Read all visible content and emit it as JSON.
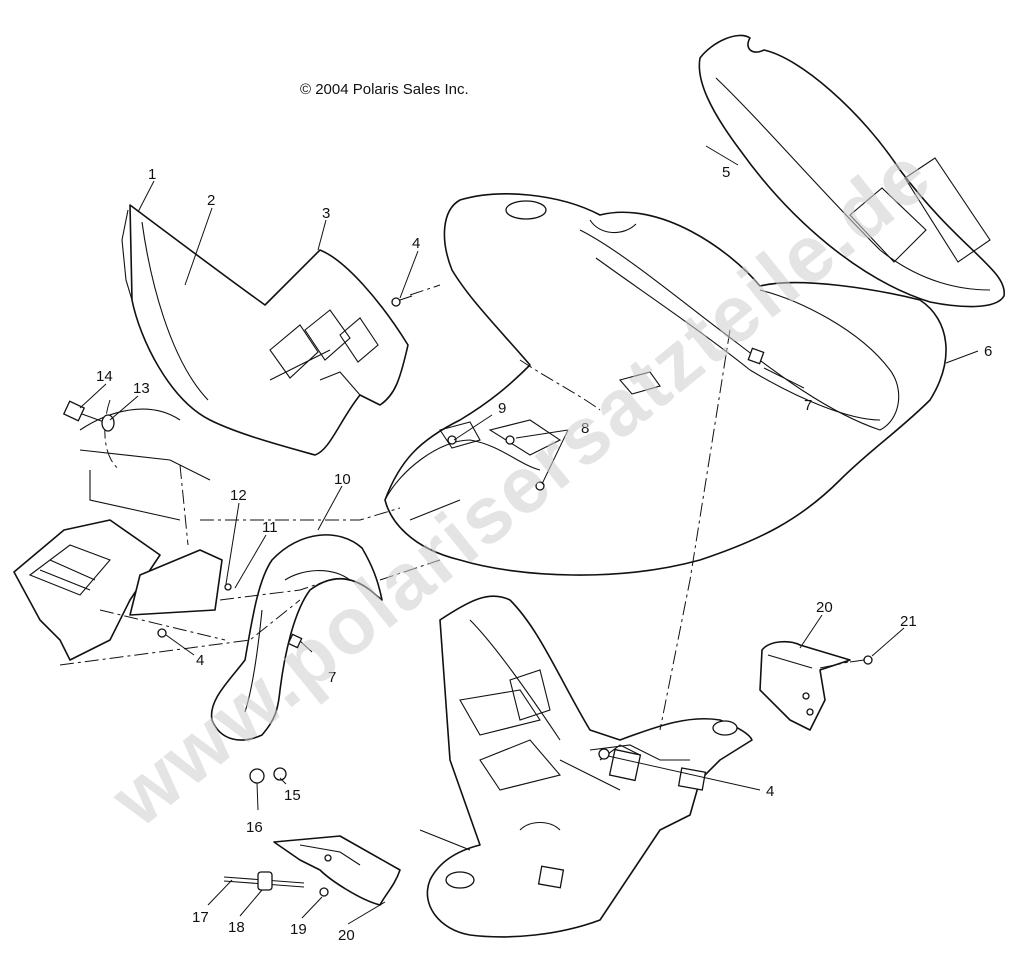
{
  "copyright": "© 2004 Polaris Sales Inc.",
  "watermark": "www.polarisersatzteile.de",
  "callouts": {
    "c1": "1",
    "c2": "2",
    "c3": "3",
    "c4a": "4",
    "c4b": "4",
    "c4c": "4",
    "c5": "5",
    "c6": "6",
    "c7a": "7",
    "c7b": "7",
    "c8": "8",
    "c9": "9",
    "c10": "10",
    "c11": "11",
    "c12": "12",
    "c13": "13",
    "c14": "14",
    "c15": "15",
    "c16": "16",
    "c17": "17",
    "c18": "18",
    "c19": "19",
    "c20a": "20",
    "c20b": "20",
    "c21": "21"
  }
}
